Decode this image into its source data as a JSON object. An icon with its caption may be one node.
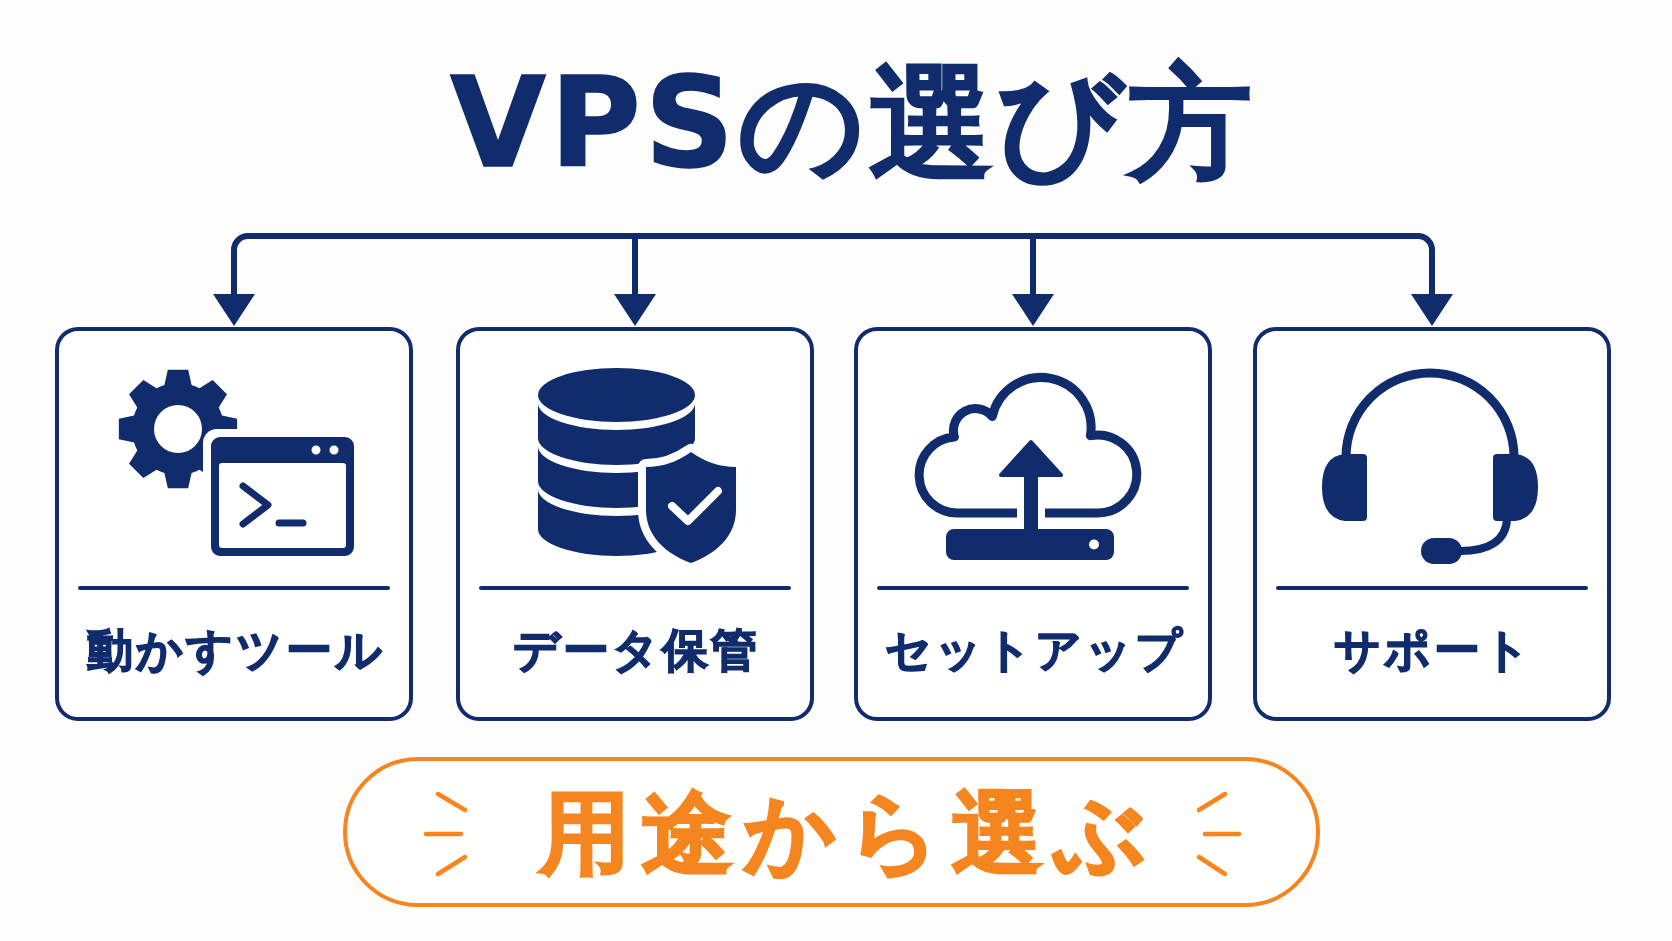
{
  "diagram": {
    "title": "VPSの選び方",
    "nodes": [
      {
        "text": [
          "動かすツール"
        ]
      },
      {
        "text": [
          "データ保管"
        ]
      },
      {
        "text": [
          "セットアップ"
        ]
      },
      {
        "text": [
          "サポート"
        ]
      },
      {
        "text": [
          "用途から選ぶ"
        ]
      }
    ],
    "edges": [
      {
        "from": null,
        "to": 0,
        "arrow": "to"
      },
      {
        "from": null,
        "to": 1,
        "arrow": "to"
      },
      {
        "from": null,
        "to": 2,
        "arrow": "to"
      },
      {
        "from": null,
        "to": 3,
        "arrow": "to"
      }
    ]
  }
}
